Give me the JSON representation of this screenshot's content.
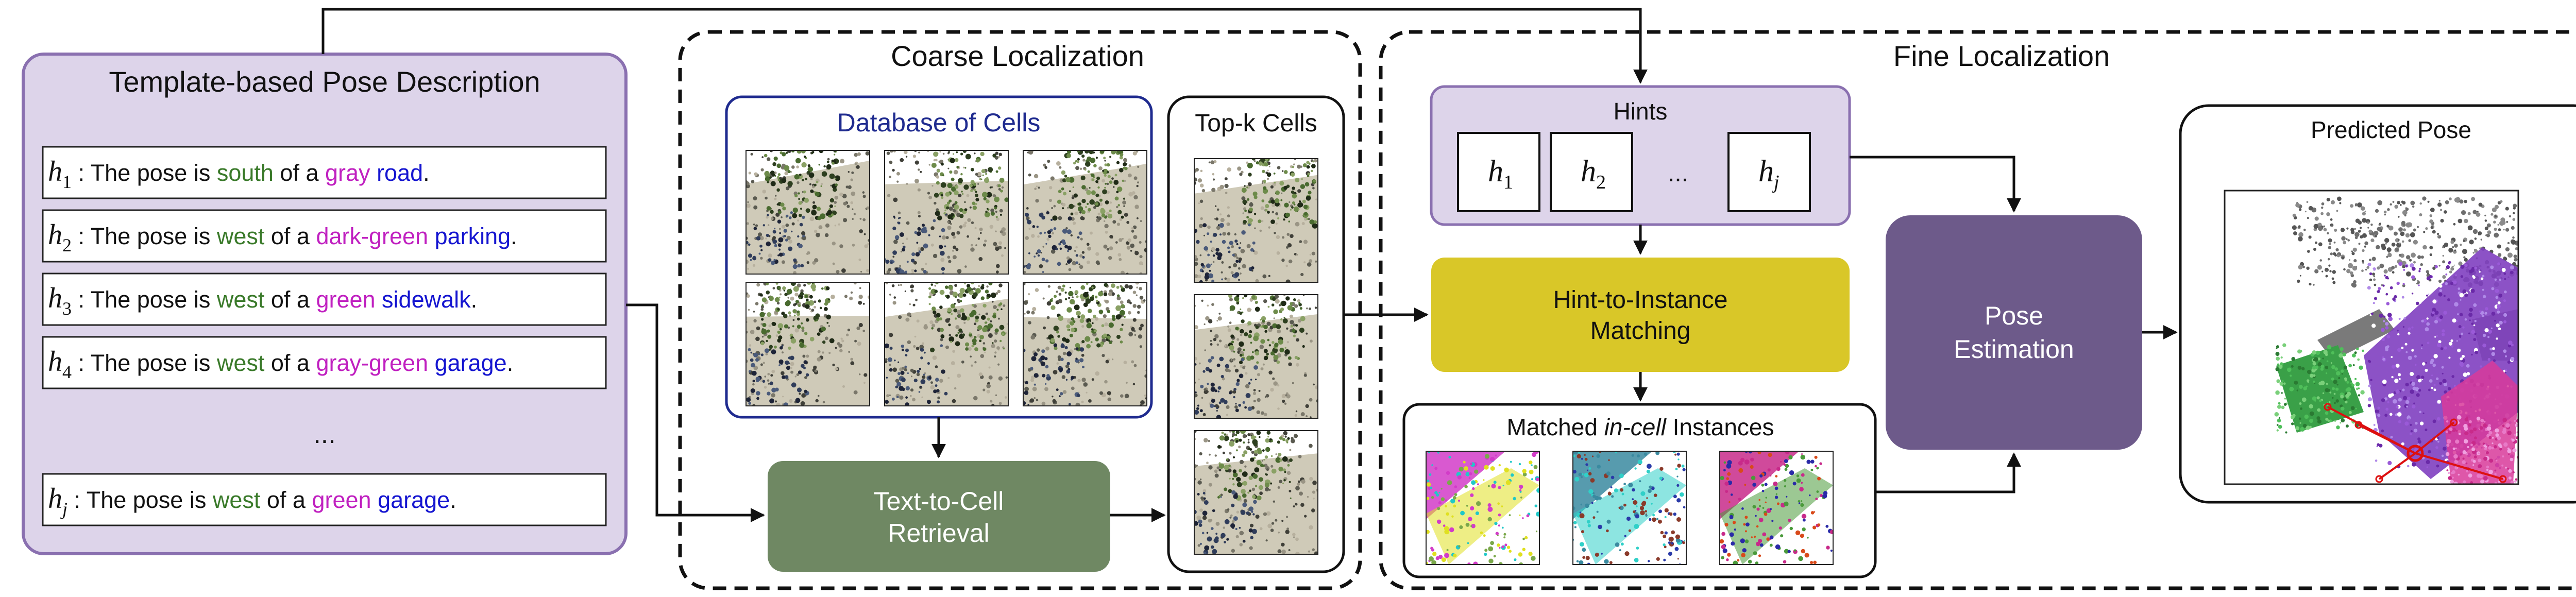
{
  "colors": {
    "direction_word": "#3a7a2a",
    "color_word": "#c020c0",
    "object_word": "#1515d0",
    "hint_panel_fill": "#ddd4ea",
    "hint_panel_stroke": "#8a70b0",
    "retrieval_fill": "#6f8863",
    "matching_fill": "#d9c728",
    "pose_estimation_fill": "#6d5a8a",
    "database_stroke": "#1f2b8f",
    "pred_red": "#dd1010"
  },
  "pose_description": {
    "title": "Template-based Pose Description",
    "ellipsis": "...",
    "hints": [
      {
        "var": "h",
        "sub": "1",
        "prefix": " : The pose is ",
        "direction": "south",
        "mid": " of a ",
        "color": "gray",
        "object": "road",
        "suffix": "."
      },
      {
        "var": "h",
        "sub": "2",
        "prefix": " : The pose is ",
        "direction": "west",
        "mid": " of a ",
        "color": "dark-green",
        "object": "parking",
        "suffix": "."
      },
      {
        "var": "h",
        "sub": "3",
        "prefix": " : The pose is ",
        "direction": "west",
        "mid": " of a ",
        "color": "green",
        "object": "sidewalk",
        "suffix": "."
      },
      {
        "var": "h",
        "sub": "4",
        "prefix": " : The pose is ",
        "direction": "west",
        "mid": " of a ",
        "color": "gray-green",
        "object": "garage",
        "suffix": "."
      },
      {
        "var": "h",
        "sub": "j",
        "prefix": " : The pose is ",
        "direction": "west",
        "mid": " of a ",
        "color": "green",
        "object": "garage",
        "suffix": "."
      }
    ]
  },
  "coarse": {
    "title": "Coarse Localization",
    "database_title": "Database of Cells",
    "topk_title": "Top-k Cells",
    "retrieval_line1": "Text-to-Cell",
    "retrieval_line2": "Retrieval"
  },
  "fine": {
    "title": "Fine Localization",
    "hints_title": "Hints",
    "hint_boxes": [
      {
        "var": "h",
        "sub": "1"
      },
      {
        "var": "h",
        "sub": "2"
      },
      {
        "var": "h",
        "sub": "j"
      }
    ],
    "hints_ellipsis": "...",
    "matching_line1": "Hint-to-Instance",
    "matching_line2": "Matching",
    "matched_title_prefix": "Matched ",
    "matched_title_italic": "in-cell",
    "matched_title_suffix": " Instances",
    "pose_line1": "Pose",
    "pose_line2": "Estimation",
    "predicted_title": "Predicted Pose"
  }
}
